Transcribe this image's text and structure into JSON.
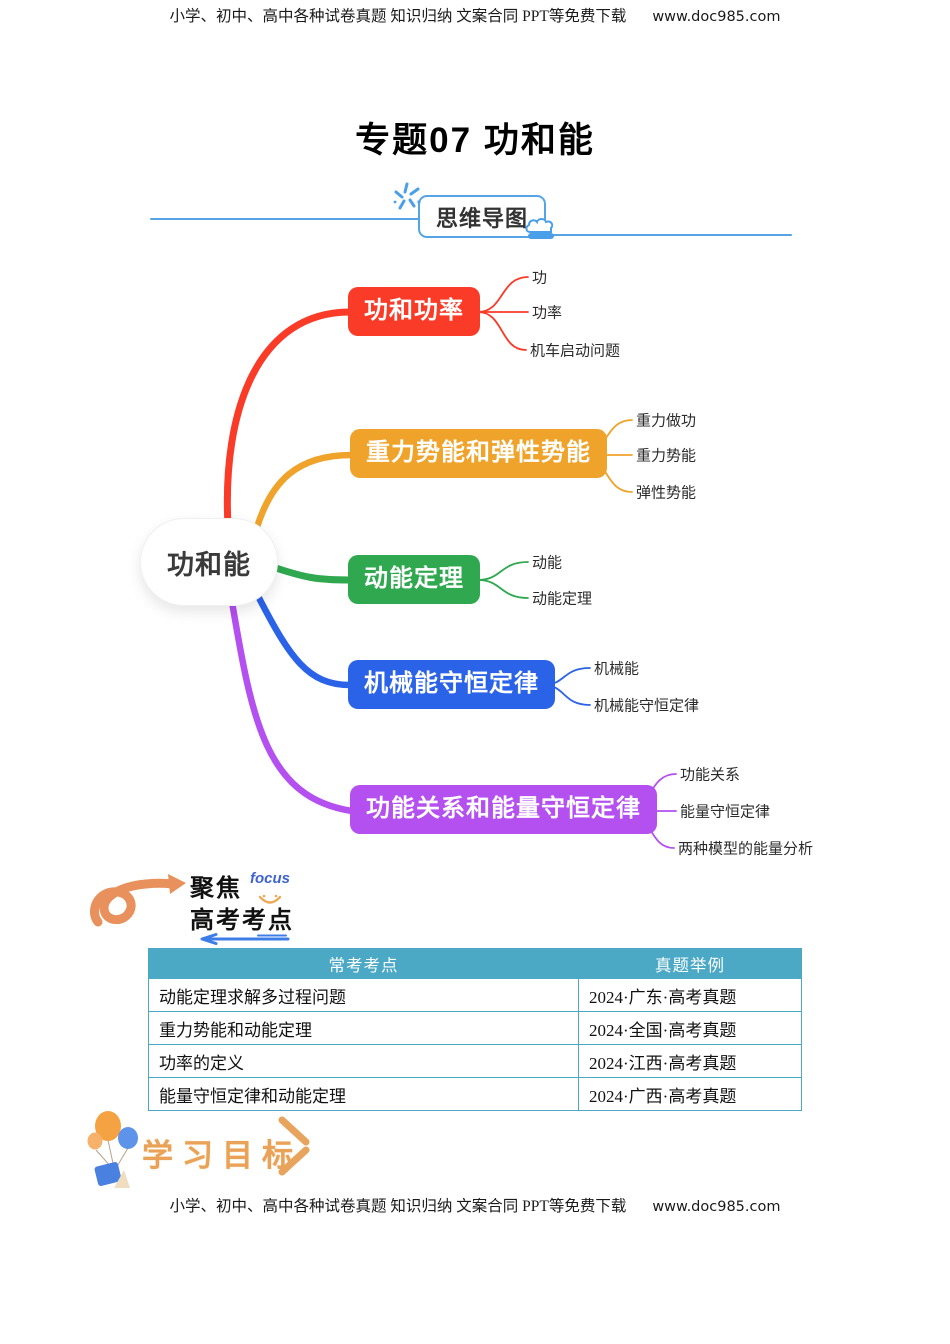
{
  "header": {
    "text": "小学、初中、高中各种试卷真题  知识归纳  文案合同  PPT等免费下载",
    "url": "www.doc985.com"
  },
  "title": "专题07 功和能",
  "mindmap_banner": {
    "label": "思维导图",
    "line_color": "#54a4e6"
  },
  "mindmap": {
    "root": "功和能",
    "branches": [
      {
        "label": "功和功率",
        "color": "#f93b28",
        "children": [
          "功",
          "功率",
          "机车启动问题"
        ]
      },
      {
        "label": "重力势能和弹性势能",
        "color": "#f0a32a",
        "children": [
          "重力做功",
          "重力势能",
          "弹性势能"
        ]
      },
      {
        "label": "动能定理",
        "color": "#2fa84f",
        "children": [
          "动能",
          "动能定理"
        ]
      },
      {
        "label": "机械能守恒定律",
        "color": "#2a62e8",
        "children": [
          "机械能",
          "机械能守恒定律"
        ]
      },
      {
        "label": "功能关系和能量守恒定律",
        "color": "#b44ff0",
        "children": [
          "功能关系",
          "能量守恒定律",
          "两种模型的能量分析"
        ]
      }
    ]
  },
  "focus_section": {
    "label_top": "聚焦",
    "label_en": "focus",
    "label_bottom": "高考考点"
  },
  "exam_table": {
    "header_bg": "#4ba9c6",
    "headers": [
      "常考考点",
      "真题举例"
    ],
    "rows": [
      {
        "topic": "动能定理求解多过程问题",
        "example": "2024·广东·高考真题"
      },
      {
        "topic": "重力势能和动能定理",
        "example": "2024·全国·高考真题"
      },
      {
        "topic": "功率的定义",
        "example": "2024·江西·高考真题"
      },
      {
        "topic": "能量守恒定律和动能定理",
        "example": "2024·广西·高考真题"
      }
    ]
  },
  "goals_section": {
    "label": "学习目标"
  },
  "footer": {
    "text": "小学、初中、高中各种试卷真题  知识归纳  文案合同  PPT等免费下载",
    "url": "www.doc985.com"
  }
}
